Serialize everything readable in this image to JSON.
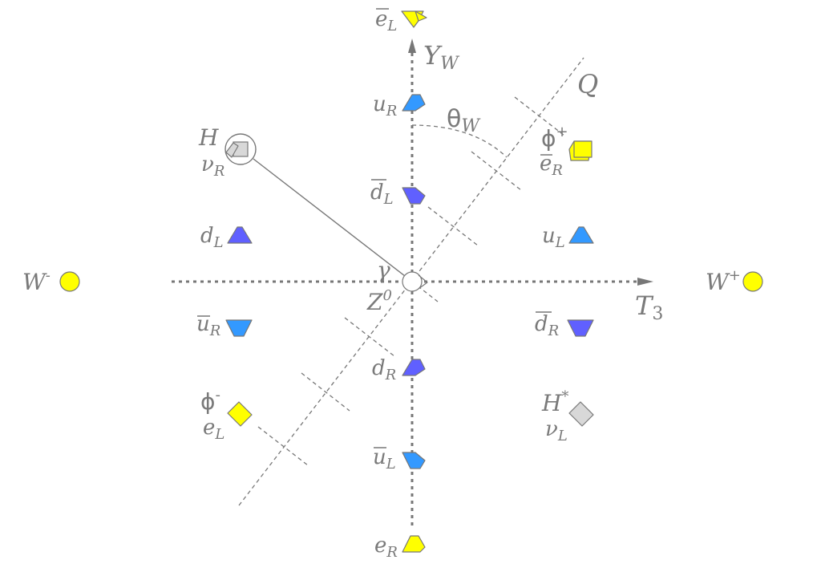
{
  "axes": {
    "vertical": {
      "name": "Y",
      "sub": "W"
    },
    "horizontal": {
      "name": "T",
      "sub": "3"
    },
    "charge": {
      "name": "Q"
    },
    "angle": {
      "name": "θ",
      "sub": "W"
    }
  },
  "center": {
    "gamma": "γ",
    "z": "Z",
    "z_sup": "0"
  },
  "bosons": {
    "w_minus": {
      "name": "W",
      "sup": "-",
      "color": "#ffff00"
    },
    "w_plus": {
      "name": "W",
      "sup": "+",
      "color": "#ffff00"
    }
  },
  "particles": {
    "e_bar_l": {
      "name": "e",
      "sub": "L",
      "bar": true,
      "color": "#ffff00"
    },
    "u_r": {
      "name": "u",
      "sub": "R",
      "color": "#3399ff"
    },
    "d_bar_l": {
      "name": "d",
      "sub": "L",
      "bar": true,
      "color": "#6060ff"
    },
    "d_l": {
      "name": "d",
      "sub": "L",
      "color": "#6060ff"
    },
    "u_l": {
      "name": "u",
      "sub": "L",
      "color": "#3399ff"
    },
    "u_bar_r": {
      "name": "u",
      "sub": "R",
      "bar": true,
      "color": "#3399ff"
    },
    "d_bar_r": {
      "name": "d",
      "sub": "R",
      "bar": true,
      "color": "#6060ff"
    },
    "d_r": {
      "name": "d",
      "sub": "R",
      "color": "#6060ff"
    },
    "u_bar_l": {
      "name": "u",
      "sub": "L",
      "bar": true,
      "color": "#3399ff"
    },
    "e_r": {
      "name": "e",
      "sub": "R",
      "color": "#ffff00"
    },
    "e_bar_r": {
      "name": "e",
      "sub": "R",
      "bar": true,
      "color": "#ffff00"
    },
    "e_l": {
      "name": "e",
      "sub": "L",
      "color": "#ffff00"
    },
    "nu_r": {
      "name": "ν",
      "sub": "R",
      "color": "#d8d8d8"
    },
    "nu_l": {
      "name": "ν",
      "sub": "L",
      "color": "#d8d8d8"
    }
  },
  "higgs": {
    "h": {
      "name": "H"
    },
    "h_star": {
      "name": "H",
      "sup": "*"
    },
    "phi_plus": {
      "name": "ϕ",
      "sup": "+"
    },
    "phi_minus": {
      "name": "ϕ",
      "sup": "-"
    }
  },
  "colors": {
    "yellow": "#ffff00",
    "light_blue": "#3399ff",
    "violet": "#6060ff",
    "grey": "#d8d8d8",
    "line": "#777777"
  }
}
